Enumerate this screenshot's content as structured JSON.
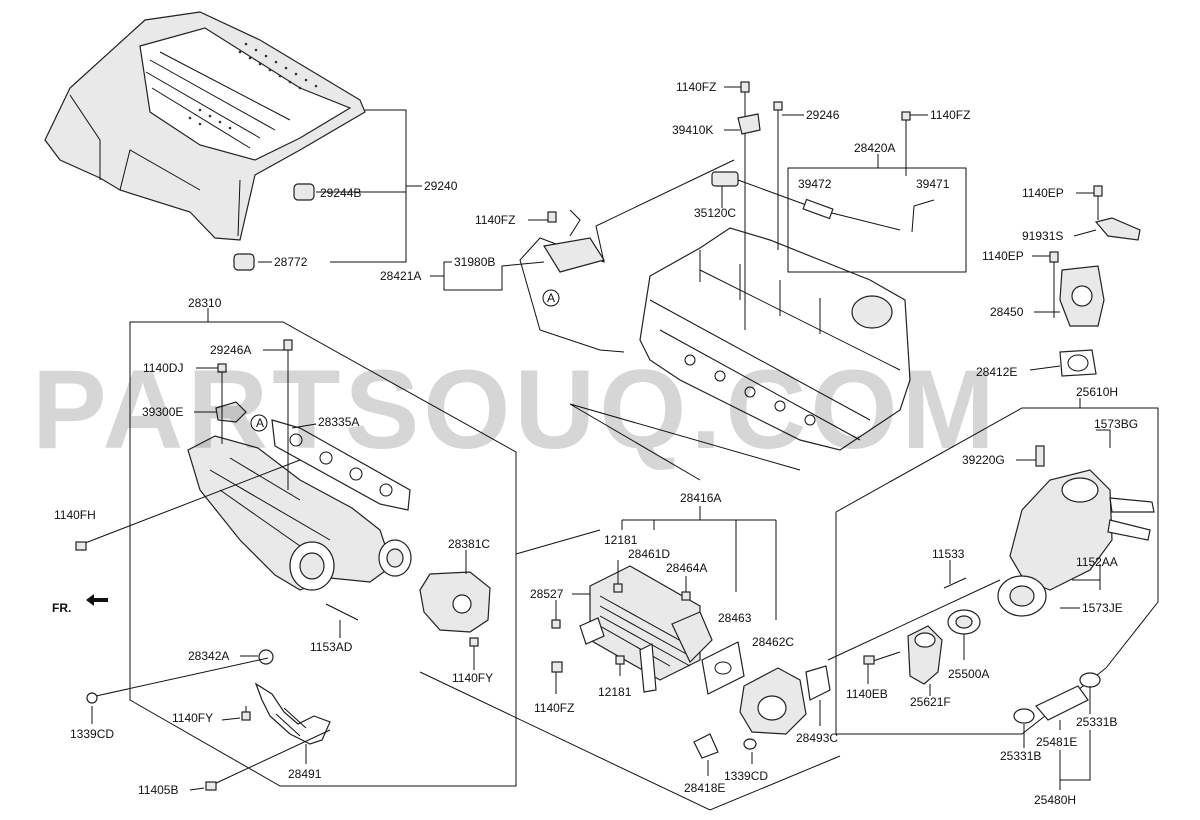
{
  "watermark": "PARTSOUQ.COM",
  "fr_label": "FR.",
  "callouts": {
    "p28310": "28310",
    "p29246A": "29246A",
    "p1140DJ": "1140DJ",
    "p39300E": "39300E",
    "p28335A": "28335A",
    "circleA_left": "A",
    "circleA_right": "A",
    "p1140FH": "1140FH",
    "p28381C": "28381C",
    "p1153AD": "1153AD",
    "p28342A": "28342A",
    "p1140FY_right": "1140FY",
    "p1339CD_left": "1339CD",
    "p1140FY_left": "1140FY",
    "p28491": "28491",
    "p11405B": "11405B",
    "p29244B": "29244B",
    "p29240": "29240",
    "p28772": "28772",
    "p1140FZ_top": "1140FZ",
    "p39410K": "39410K",
    "p29246": "29246",
    "p1140FZ_topright": "1140FZ",
    "p28420A": "28420A",
    "p39472": "39472",
    "p39471": "39471",
    "p35120C": "35120C",
    "p1140FZ_mid": "1140FZ",
    "p28421A": "28421A",
    "p31980B": "31980B",
    "p1140EP_top": "1140EP",
    "p91931S": "91931S",
    "p1140EP_mid": "1140EP",
    "p28450": "28450",
    "p28412E": "28412E",
    "p25610H": "25610H",
    "p1573BG": "1573BG",
    "p39220G": "39220G",
    "p11533": "11533",
    "p1152AA": "1152AA",
    "p1573JE": "1573JE",
    "p25500A": "25500A",
    "p1140EB": "1140EB",
    "p25621F": "25621F",
    "p25331B_right": "25331B",
    "p25481E": "25481E",
    "p25331B_left": "25331B",
    "p25480H": "25480H",
    "p28416A": "28416A",
    "p12181_top": "12181",
    "p28461D": "28461D",
    "p28464A": "28464A",
    "p28527": "28527",
    "p28463": "28463",
    "p28462C": "28462C",
    "p12181_bottom": "12181",
    "p1140FZ_bottom": "1140FZ",
    "p28493C": "28493C",
    "p28418E": "28418E",
    "p1339CD_right": "1339CD"
  }
}
